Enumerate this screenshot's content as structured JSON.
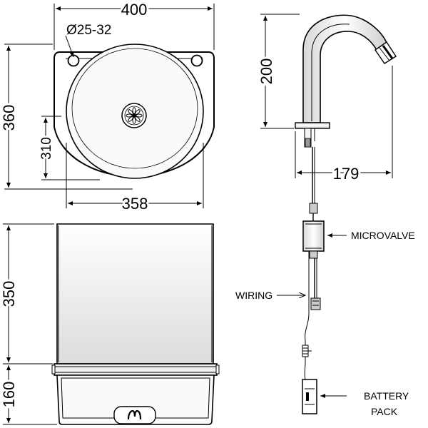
{
  "dimensions": {
    "basin_width": "400",
    "tap_hole": "Ø25-32",
    "basin_height": "360",
    "bowl_depth": "310",
    "bowl_width": "358",
    "tap_height": "200",
    "tap_reach": "179",
    "cabinet_height": "350",
    "trap_cover_height": "160"
  },
  "labels": {
    "microvalve": "MICROVALVE",
    "wiring": "WIRING",
    "battery_line1": "BATTERY",
    "battery_line2": "PACK"
  },
  "colors": {
    "line": "#000000",
    "background": "#ffffff"
  }
}
